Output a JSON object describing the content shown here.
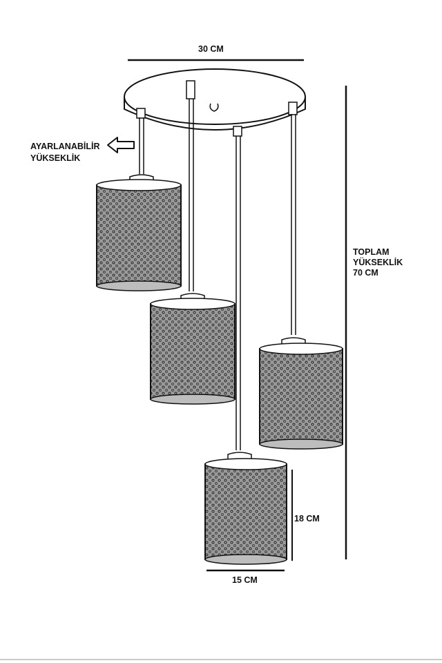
{
  "dimensions": {
    "canopy_width": "30 CM",
    "adjustable_height": [
      "AYARLANABİLİR",
      "YÜKSEKLİK"
    ],
    "total_height": [
      "TOPLAM",
      "YÜKSEKLİK",
      "70 CM"
    ],
    "shade_height": "18 CM",
    "shade_width": "15 CM"
  },
  "colors": {
    "line": "#111111",
    "shade_fill": "#8a8a8a",
    "shade_dot": "#3a3a3a",
    "background": "#ffffff"
  }
}
